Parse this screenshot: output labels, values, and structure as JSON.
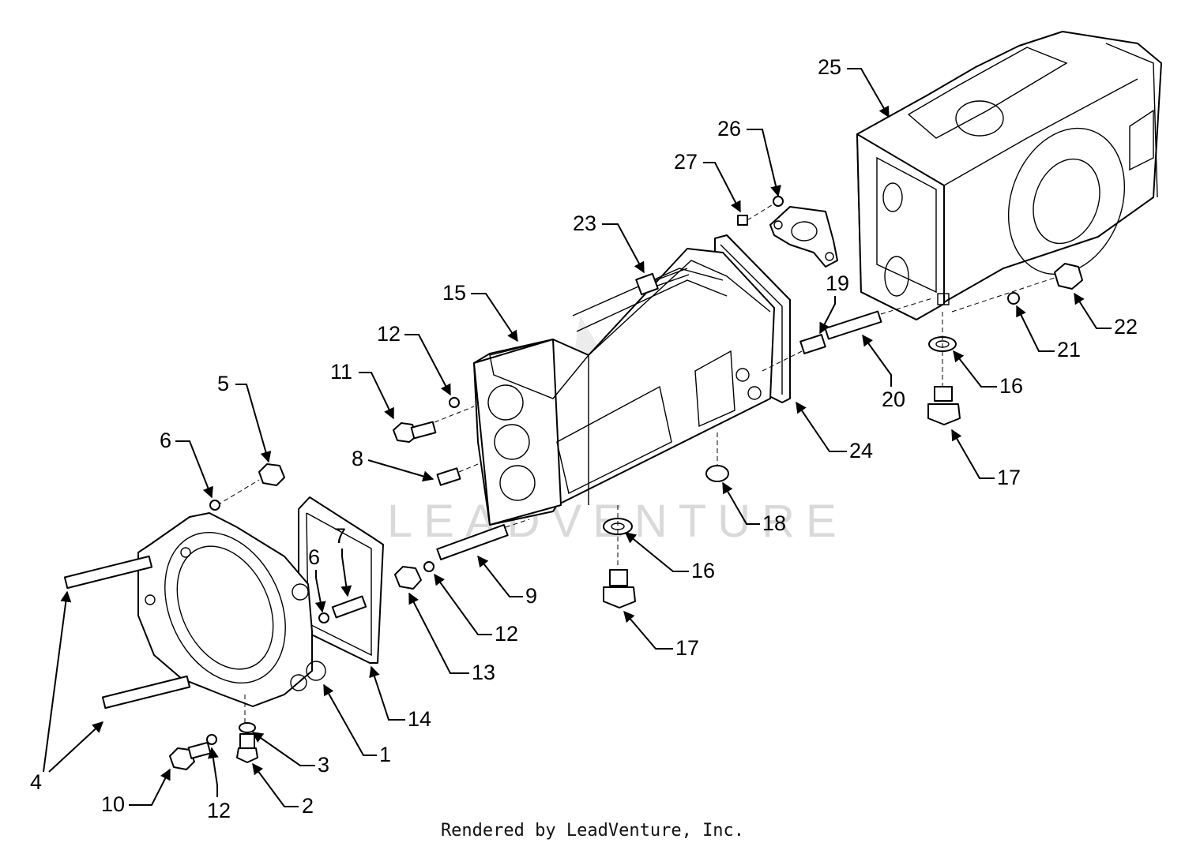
{
  "watermark": "LEADVENTURE",
  "footer": "Rendered by LeadVenture, Inc.",
  "callouts": [
    {
      "id": "c25",
      "label": "25"
    },
    {
      "id": "c26",
      "label": "26"
    },
    {
      "id": "c27",
      "label": "27"
    },
    {
      "id": "c23",
      "label": "23"
    },
    {
      "id": "c19",
      "label": "19"
    },
    {
      "id": "c15",
      "label": "15"
    },
    {
      "id": "c12a",
      "label": "12"
    },
    {
      "id": "c11",
      "label": "11"
    },
    {
      "id": "c21",
      "label": "21"
    },
    {
      "id": "c22",
      "label": "22"
    },
    {
      "id": "c20",
      "label": "20"
    },
    {
      "id": "c16a",
      "label": "16"
    },
    {
      "id": "c24",
      "label": "24"
    },
    {
      "id": "c17a",
      "label": "17"
    },
    {
      "id": "c5",
      "label": "5"
    },
    {
      "id": "c6a",
      "label": "6"
    },
    {
      "id": "c8",
      "label": "8"
    },
    {
      "id": "c18",
      "label": "18"
    },
    {
      "id": "c7",
      "label": "7"
    },
    {
      "id": "c6b",
      "label": "6"
    },
    {
      "id": "c16b",
      "label": "16"
    },
    {
      "id": "c9",
      "label": "9"
    },
    {
      "id": "c12b",
      "label": "12"
    },
    {
      "id": "c17b",
      "label": "17"
    },
    {
      "id": "c13",
      "label": "13"
    },
    {
      "id": "c14",
      "label": "14"
    },
    {
      "id": "c1",
      "label": "1"
    },
    {
      "id": "c3",
      "label": "3"
    },
    {
      "id": "c4",
      "label": "4"
    },
    {
      "id": "c10",
      "label": "10"
    },
    {
      "id": "c12c",
      "label": "12"
    },
    {
      "id": "c2",
      "label": "2"
    }
  ]
}
